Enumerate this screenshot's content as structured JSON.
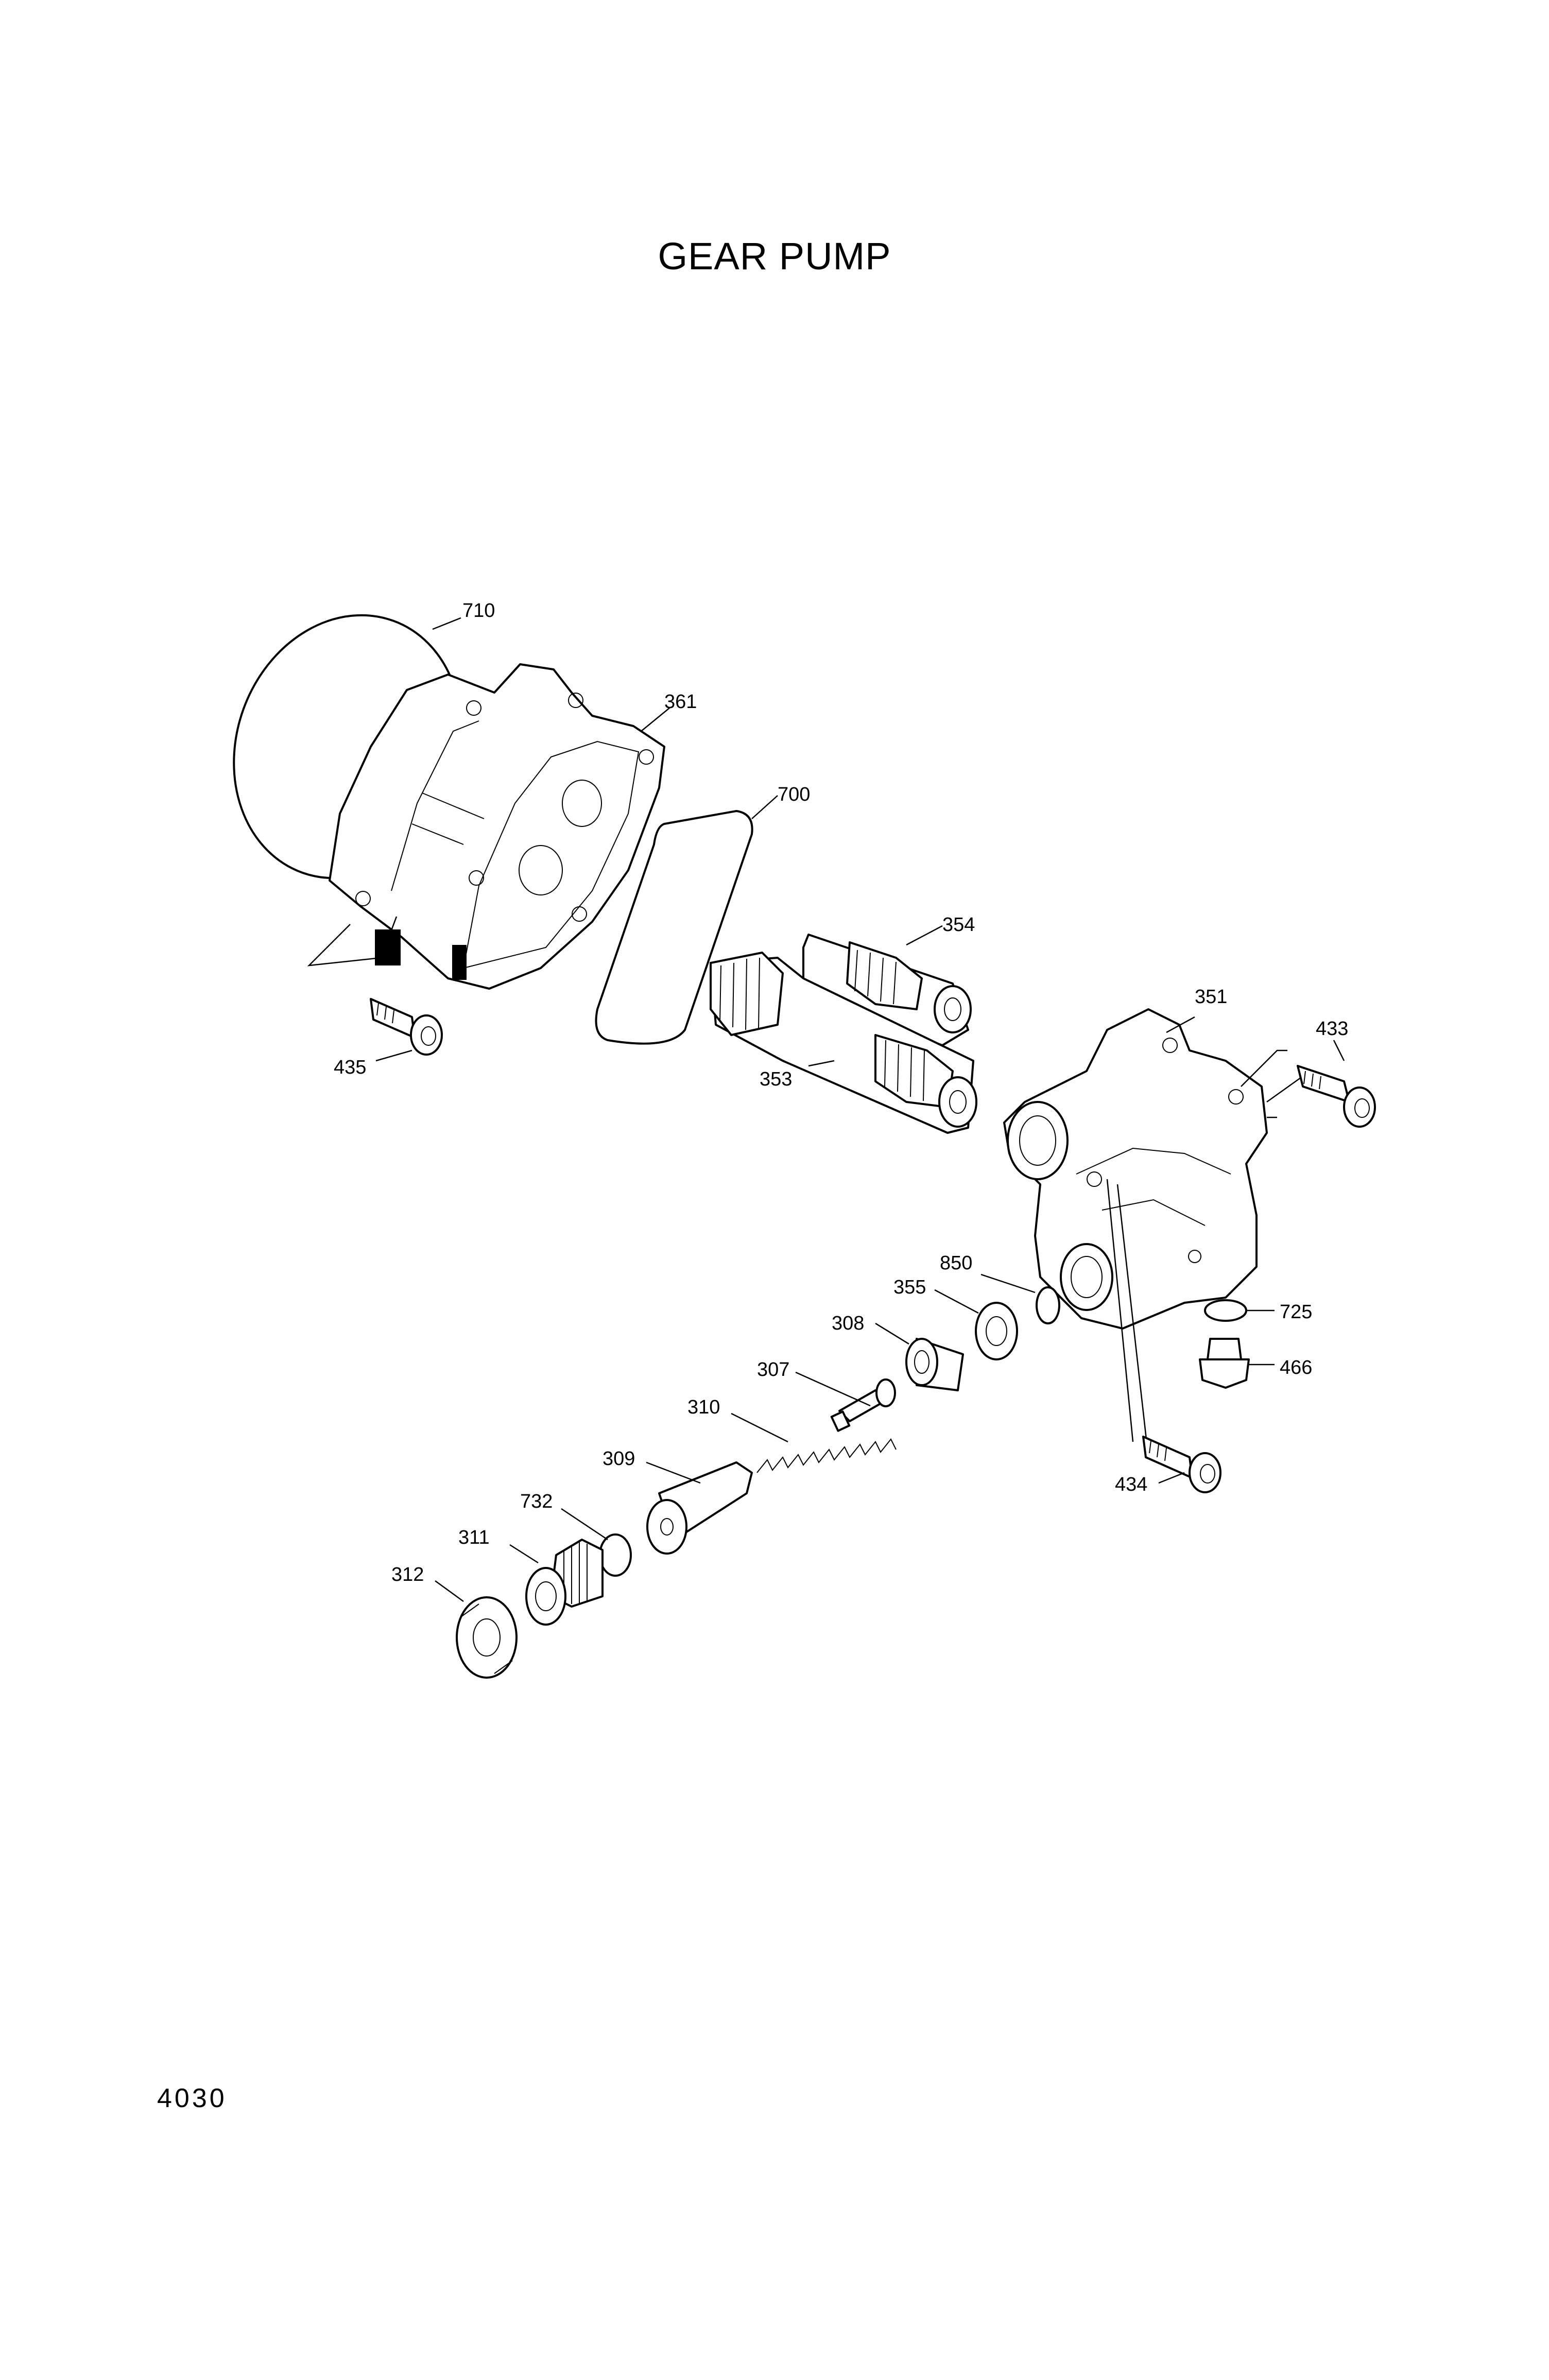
{
  "title": "GEAR PUMP",
  "page_number": "4030",
  "parts": {
    "p710": "710",
    "p361": "361",
    "p700": "700",
    "p354": "354",
    "p351": "351",
    "p433": "433",
    "p435": "435",
    "p353": "353",
    "p850": "850",
    "p725": "725",
    "p355": "355",
    "p308": "308",
    "p466": "466",
    "p307": "307",
    "p310": "310",
    "p309": "309",
    "p434": "434",
    "p732": "732",
    "p311": "311",
    "p312": "312"
  }
}
